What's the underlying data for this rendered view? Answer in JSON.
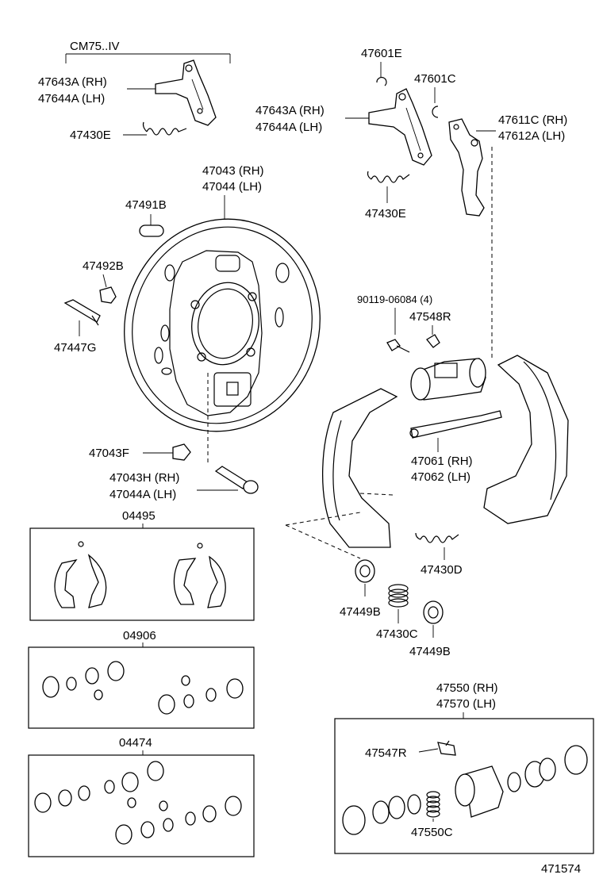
{
  "variant_note": "CM75..IV",
  "labels": {
    "p47643A_rh_top": "47643A (RH)",
    "p47644A_lh_top": "47644A (LH)",
    "p47430E_top": "47430E",
    "p47601E": "47601E",
    "p47601C": "47601C",
    "p47643A_rh": "47643A (RH)",
    "p47644A_lh": "47644A (LH)",
    "p47611C_rh": "47611C (RH)",
    "p47612A_lh": "47612A (LH)",
    "p47430E_mid": "47430E",
    "p47043_rh": "47043 (RH)",
    "p47044_lh": "47044 (LH)",
    "p47491B": "47491B",
    "p47492B": "47492B",
    "p47447G": "47447G",
    "p90119": "90119-06084 (4)",
    "p47548R": "47548R",
    "p47061_rh": "47061 (RH)",
    "p47062_lh": "47062 (LH)",
    "p47043F": "47043F",
    "p47043H_rh": "47043H (RH)",
    "p47044A_lh": "47044A (LH)",
    "p47430D": "47430D",
    "p47449B_left": "47449B",
    "p47430C": "47430C",
    "p47449B_right": "47449B",
    "p47550_rh": "47550 (RH)",
    "p47570_lh": "47570 (LH)",
    "p47547R": "47547R",
    "p47550C": "47550C"
  },
  "kits": {
    "shoe_kit": "04495",
    "cup_kit_a": "04906",
    "cup_kit_b": "04474"
  },
  "figure_number": "471574"
}
